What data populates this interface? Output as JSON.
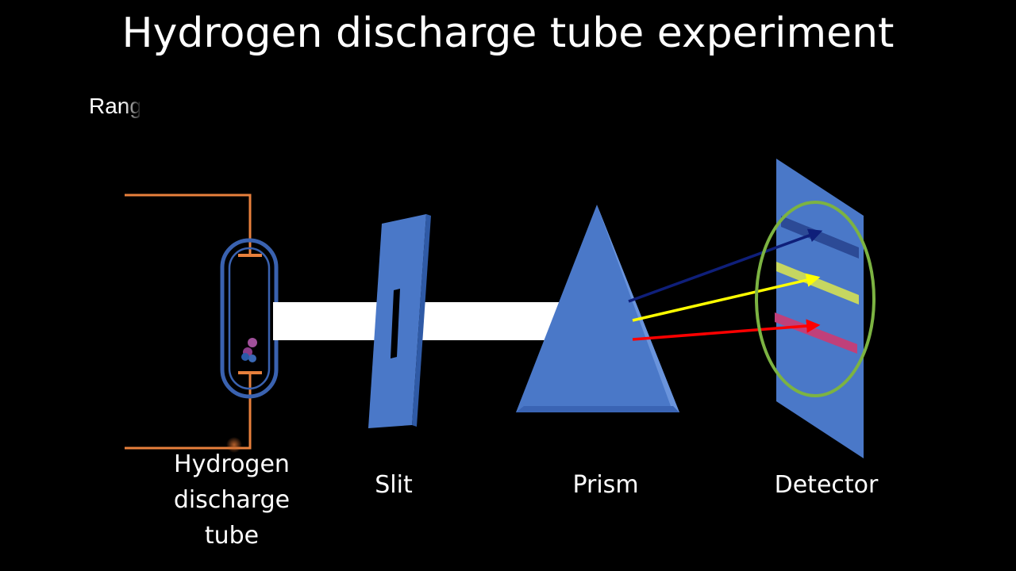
{
  "title": "Hydrogen discharge tube experiment",
  "partial_text": "Range",
  "labels": {
    "tube_line1": "Hydrogen",
    "tube_line2": "discharge",
    "tube_line3": "tube",
    "slit": "Slit",
    "prism": "Prism",
    "detector": "Detector"
  },
  "colors": {
    "background": "#000000",
    "wire": "#e8803c",
    "component_blue": "#4a78c8",
    "tube_outline": "#3a62b0",
    "beam": "#ffffff",
    "ray_blue": "#0f1f7a",
    "ray_yellow": "#ffff00",
    "ray_red": "#ff0000",
    "detector_ellipse": "#7cb342"
  }
}
